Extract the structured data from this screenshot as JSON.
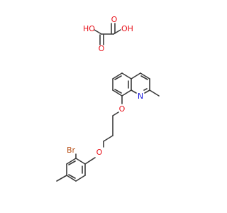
{
  "diagram": {
    "kind": "chemical-structure",
    "components": [
      {
        "name": "oxalic acid",
        "atoms": [
          {
            "id": "a1",
            "label": "HO",
            "color": "#e8121b"
          },
          {
            "id": "a2",
            "label": "OH",
            "color": "#e8121b"
          },
          {
            "id": "a3",
            "label": "O",
            "color": "#e8121b"
          },
          {
            "id": "a4",
            "label": "O",
            "color": "#e8121b"
          }
        ]
      },
      {
        "name": "8-[3-(2-bromo-4-methylphenoxy)propoxy]-2-methylquinoline",
        "atoms": [
          {
            "id": "b1",
            "label": "N",
            "color": "#1a1adc"
          },
          {
            "id": "b2",
            "label": "O",
            "color": "#e8121b"
          },
          {
            "id": "b3",
            "label": "O",
            "color": "#e8121b"
          },
          {
            "id": "b4",
            "label": "Br",
            "color": "#b8521a"
          }
        ]
      }
    ],
    "bond_color": "#3a3a3a"
  }
}
